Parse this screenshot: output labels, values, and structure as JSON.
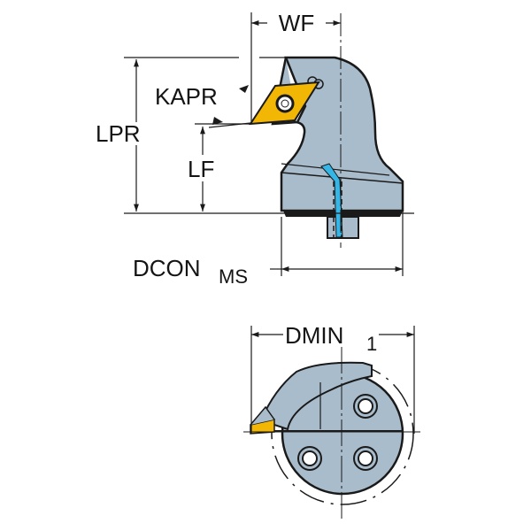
{
  "diagram": {
    "colors": {
      "body": "#a9bccb",
      "outline": "#1a1a1a",
      "insert": "#f2b705",
      "coolant": "#35b6e6",
      "line": "#1a1a1a"
    },
    "side_view": {
      "labels": {
        "wf": "WF",
        "kapr": "KAPR",
        "lpr": "LPR",
        "lf": "LF",
        "dcon": "DCON",
        "dcon_sub": "MS"
      }
    },
    "end_view": {
      "labels": {
        "dmin": "DMIN",
        "dmin_sub": "1"
      }
    }
  }
}
